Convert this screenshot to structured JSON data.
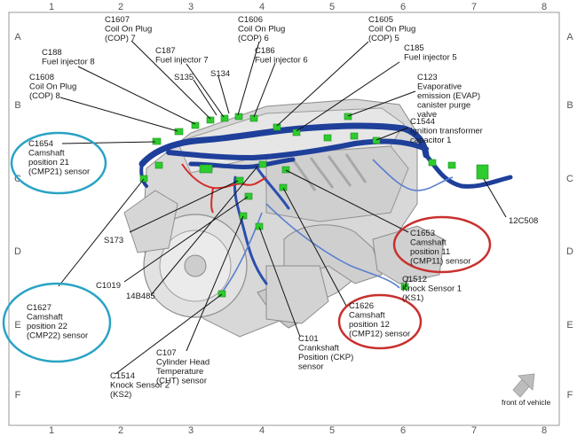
{
  "grid": {
    "columns": [
      "1",
      "2",
      "3",
      "4",
      "5",
      "6",
      "7",
      "8"
    ],
    "rows": [
      "A",
      "B",
      "C",
      "D",
      "E",
      "F"
    ]
  },
  "colors": {
    "harness": "#1e3f9a",
    "harness_light": "#5a7fcf",
    "connector": "#2ecc2e",
    "wire_red": "#d42a2a",
    "circle_teal": "#29a3c4",
    "circle_red": "#c8302e",
    "engine": "#d4d4d4"
  },
  "callouts": {
    "c1607": [
      "C1607",
      "Coil On Plug",
      "(COP) 7"
    ],
    "c1606": [
      "C1606",
      "Coil On Plug",
      "(COP) 6"
    ],
    "c1605": [
      "C1605",
      "Coil On Plug",
      "(COP) 5"
    ],
    "c188": [
      "C188",
      "Fuel injector 8"
    ],
    "c187": [
      "C187",
      "Fuel injector 7"
    ],
    "c186": [
      "C186",
      "Fuel injector 6"
    ],
    "c185": [
      "C185",
      "Fuel injector 5"
    ],
    "s135": [
      "S135"
    ],
    "s134": [
      "S134"
    ],
    "c1608": [
      "C1608",
      "Coil On Plug",
      "(COP) 8"
    ],
    "c123": [
      "C123",
      "Evaporative",
      "emission (EVAP)",
      "canister purge",
      "valve"
    ],
    "c1544": [
      "C1544",
      "Ignition transformer",
      "capacitor 1"
    ],
    "c1654": [
      "C1654",
      "Camshaft",
      "position 21",
      "(CMP21) sensor"
    ],
    "c12508": [
      "12C508"
    ],
    "s173": [
      "S173"
    ],
    "c1653": [
      "C1653",
      "Camshaft",
      "position 11",
      "(CMP11) sensor"
    ],
    "c1019": [
      "C1019"
    ],
    "c14b485": [
      "14B485"
    ],
    "c1512": [
      "C1512",
      "Knock Sensor 1",
      "(KS1)"
    ],
    "c1627": [
      "C1627",
      "Camshaft",
      "position 22",
      "(CMP22) sensor"
    ],
    "c1626": [
      "C1626",
      "Camshaft",
      "position 12",
      "(CMP12) sensor"
    ],
    "c101": [
      "C101",
      "Crankshaft",
      "Position (CKP)",
      "sensor"
    ],
    "c107": [
      "C107",
      "Cylinder Head",
      "Temperature",
      "(CHT) sensor"
    ],
    "c1514": [
      "C1514",
      "Knock Sensor 2",
      "(KS2)"
    ]
  },
  "front_label": "front of vehicle"
}
